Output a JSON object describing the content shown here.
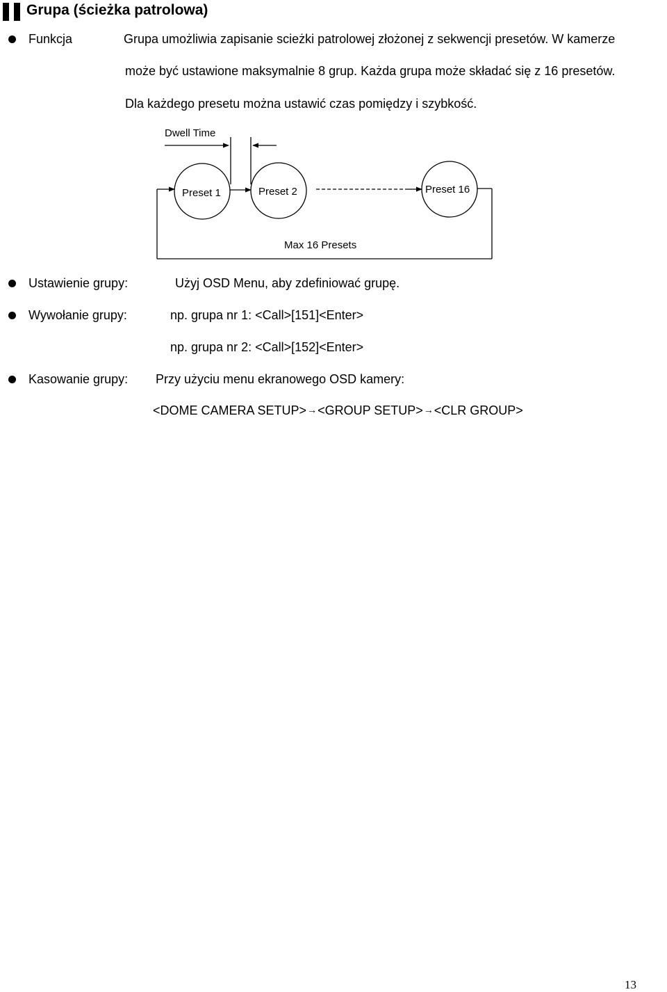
{
  "heading": {
    "title": "Grupa (ścieżka patrolowa)"
  },
  "funkcja": {
    "label": "Funkcja",
    "line1": "Grupa umożliwia zapisanie scieżki patrolowej złożonej z sekwencji presetów.  W kamerze",
    "line2": "może być ustawione maksymalnie 8 grup. Każda grupa może składać się z 16 presetów.",
    "line3": "Dla każdego presetu można ustawić czas pomiędzy i szybkość."
  },
  "diagram": {
    "dwell_time": "Dwell Time",
    "preset1": "Preset 1",
    "preset2": "Preset 2",
    "preset16": "Preset 16",
    "max_label": "Max 16 Presets"
  },
  "ustawienie": {
    "label": "Ustawienie grupy:",
    "text": "Użyj OSD Menu, aby zdefiniować grupę."
  },
  "wywolanie": {
    "label": "Wywołanie grupy:",
    "example1": "np. grupa nr 1: <Call>[151]<Enter>",
    "example2": "np. grupa nr 2: <Call>[152]<Enter>"
  },
  "kasowanie": {
    "label": "Kasowanie grupy:",
    "text": "Przy użyciu menu ekranowego OSD kamery:",
    "path1": "<DOME CAMERA SETUP>",
    "path2": "<GROUP SETUP>",
    "path3": "<CLR GROUP>",
    "arrow": "→"
  },
  "footer": {
    "page_number": "13"
  }
}
